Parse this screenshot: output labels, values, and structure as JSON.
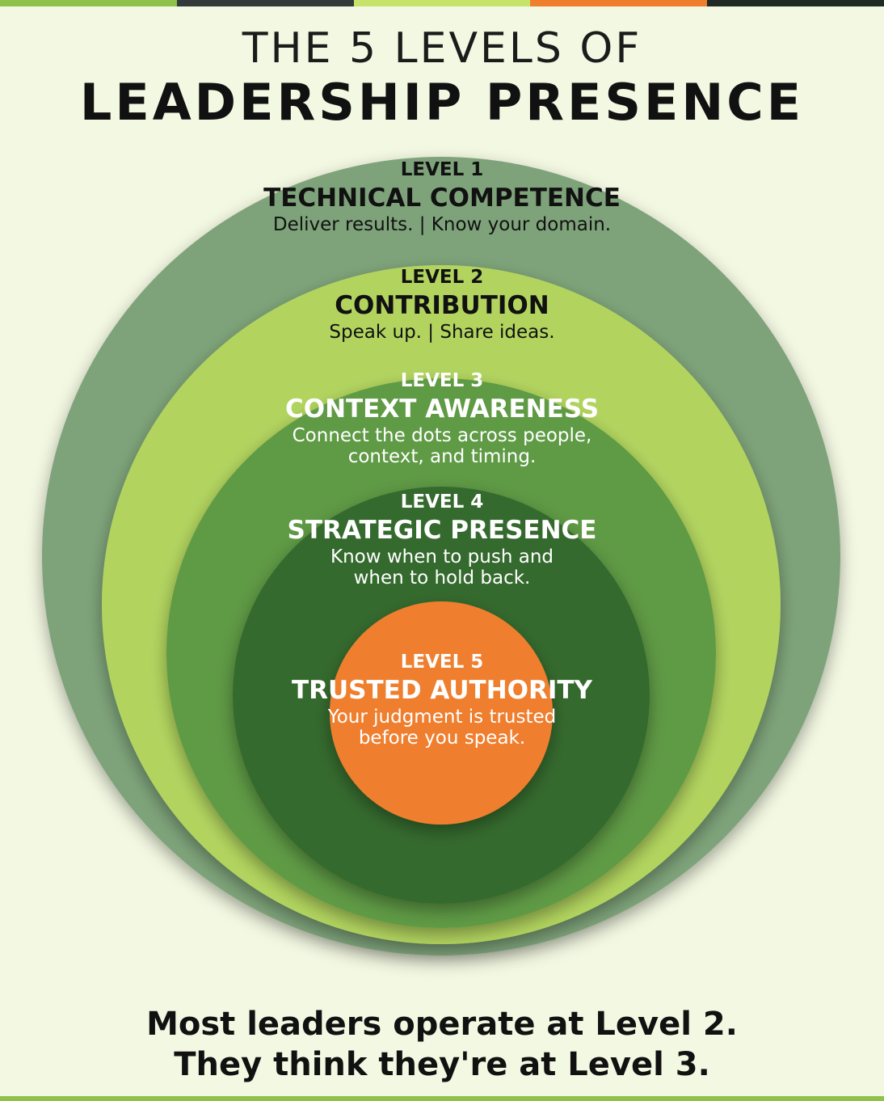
{
  "colors": {
    "background": "#f3f8e2",
    "ring_1": "#7ea37a",
    "ring_2": "#b2d45e",
    "ring_3": "#5e9a44",
    "ring_4": "#356b2e",
    "core_5": "#ef7f2d",
    "accent_bars": [
      "#8fc14b",
      "#333b3a",
      "#c8e36b",
      "#ef7f2d",
      "#1f2a24"
    ]
  },
  "title": {
    "line1": "THE 5 LEVELS OF",
    "line2": "LEADERSHIP PRESENCE"
  },
  "levels": [
    {
      "level": "LEVEL 1",
      "name": "TECHNICAL COMPETENCE",
      "description": [
        "Deliver results. | Know your domain."
      ]
    },
    {
      "level": "LEVEL 2",
      "name": "CONTRIBUTION",
      "description": [
        "Speak up. | Share ideas."
      ]
    },
    {
      "level": "LEVEL 3",
      "name": "CONTEXT AWARENESS",
      "description": [
        "Connect the dots across people,",
        "context, and timing."
      ]
    },
    {
      "level": "LEVEL 4",
      "name": "STRATEGIC PRESENCE",
      "description": [
        "Know when to push and",
        "when to hold back."
      ]
    },
    {
      "level": "LEVEL 5",
      "name": "TRUSTED AUTHORITY",
      "description": [
        "Your judgment is trusted",
        "before you speak."
      ]
    }
  ],
  "footer": {
    "line1": "Most leaders operate at Level 2.",
    "line2": "They think they're at Level 3."
  }
}
